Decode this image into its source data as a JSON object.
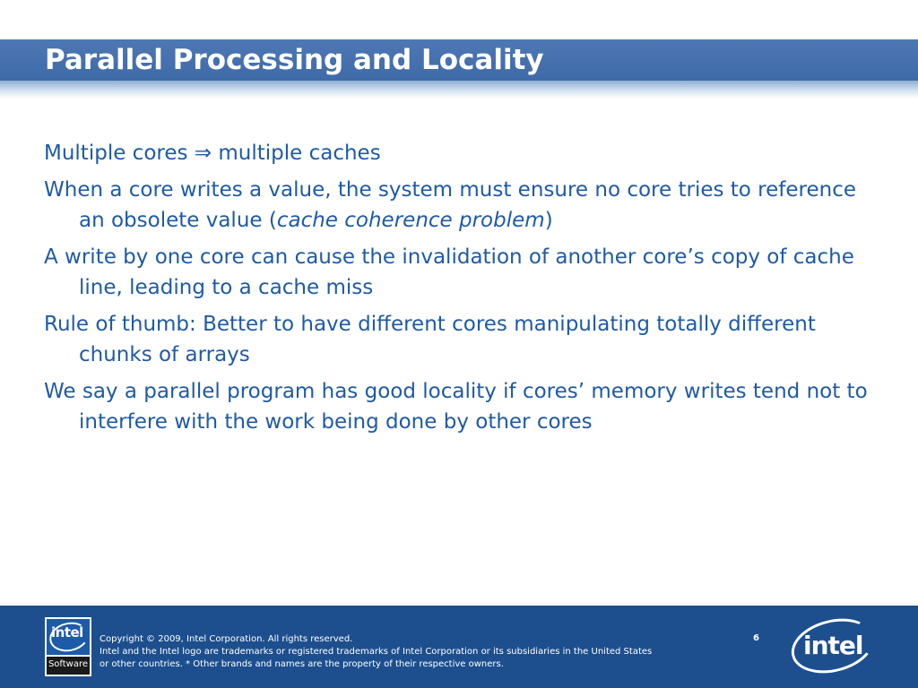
{
  "slide": {
    "title": "Parallel Processing and Locality",
    "bullets": [
      {
        "text": "Multiple cores ⇒ multiple caches"
      },
      {
        "text": "When a core writes a value, the system must ensure no core tries to reference an obsolete value (",
        "italic": "cache coherence problem",
        "after": ")"
      },
      {
        "text": "A write by one core can cause the invalidation of another core’s copy of cache line, leading to a cache miss"
      },
      {
        "text": "Rule of thumb: Better to have different cores manipulating totally different chunks of arrays"
      },
      {
        "text": "We say a parallel program has good locality if cores’ memory writes tend not to interfere with the work being done by other cores"
      }
    ]
  },
  "footer": {
    "copyright": "Copyright © 2009, Intel Corporation. All rights reserved.",
    "trademark_line1": "Intel and the Intel logo are trademarks or registered trademarks of Intel Corporation or its subsidiaries in the United States",
    "trademark_line2": "or other countries. * Other brands and names are the property of their respective owners.",
    "page_number": "6",
    "software_logo_word": "intel",
    "software_logo_label": "Software",
    "intel_logo_word": "intel"
  },
  "colors": {
    "title_bar": "#4d78b4",
    "body_text": "#1f5aa6",
    "footer_bg": "#1d4f8f"
  }
}
